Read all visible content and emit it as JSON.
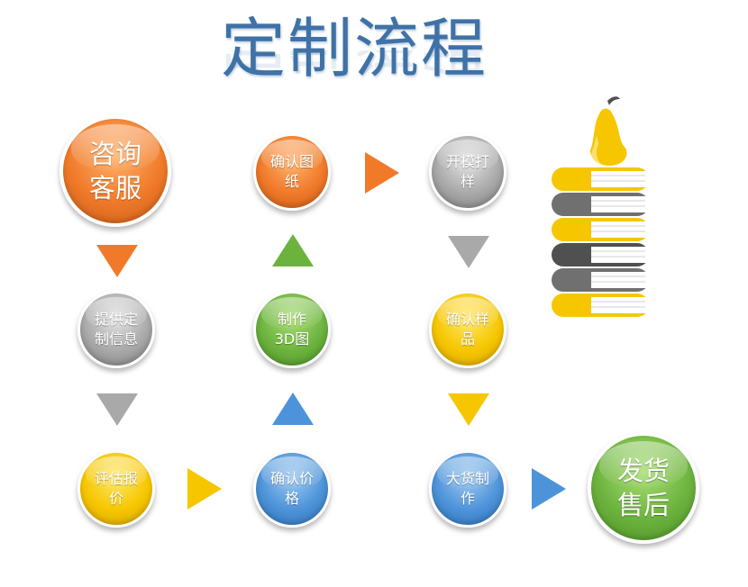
{
  "title": "定制流程",
  "nodes": {
    "consult": "咨询\n客服",
    "provide_info": "提供定\n制信息",
    "evaluate_quote": "评估报\n价",
    "confirm_drawing": "确认图\n纸",
    "make_3d": "制作\n3D图",
    "confirm_price": "确认价\n格",
    "open_mold": "开模打\n样",
    "confirm_sample": "确认样\n品",
    "mass_production": "大货制\n作",
    "after_sales": "发货\n售后"
  },
  "colors": {
    "orange": "#f07a2a",
    "gray": "#a9a9a9",
    "yellow": "#f6c600",
    "green": "#6cb33e",
    "blue": "#4d93d9",
    "dark_gray": "#505050"
  },
  "decoration": {
    "illustration": "stacked-books-with-pear-icon"
  }
}
